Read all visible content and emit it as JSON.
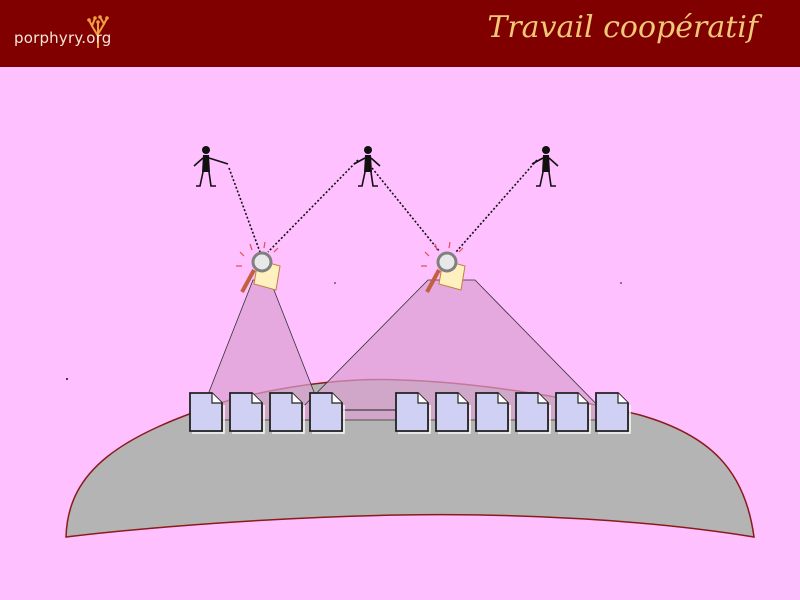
{
  "header": {
    "logo_text": "porphyry.org",
    "title": "Travail coopératif"
  },
  "diagram": {
    "people": [
      {
        "name": "user-1"
      },
      {
        "name": "user-2"
      },
      {
        "name": "user-3"
      }
    ],
    "search_tools": [
      {
        "name": "search-tool-1"
      },
      {
        "name": "search-tool-2"
      }
    ],
    "documents": {
      "left_group_count": 4,
      "right_group_count": 6
    }
  },
  "colors": {
    "header_bg": "#800000",
    "slide_bg": "#ffc0ff",
    "title": "#f0c878",
    "mound_fill": "#b4b4b4",
    "mound_stroke": "#8b1a1a",
    "cone_fill": "#dca0d2",
    "document_fill": "#d0d0f4"
  }
}
